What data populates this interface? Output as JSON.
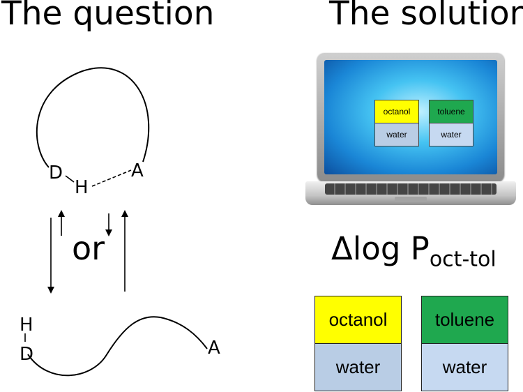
{
  "headings": {
    "left": "The question",
    "right": "The solution"
  },
  "molecule": {
    "cyclic": {
      "donor": "D",
      "hydrogen": "H",
      "acceptor": "A"
    },
    "open": {
      "donor": "D",
      "hydrogen": "H",
      "acceptor": "A"
    },
    "connector": "or"
  },
  "laptop_panels": [
    {
      "top_label": "octanol",
      "top_color": "#ffff00",
      "bottom_label": "water",
      "bottom_color": "#b9cde5"
    },
    {
      "top_label": "toluene",
      "top_color": "#1fa84f",
      "bottom_label": "water",
      "bottom_color": "#c6d9f1"
    }
  ],
  "formula": {
    "main": "Δlog P",
    "subscript": "oct-tol"
  },
  "panels": [
    {
      "top_label": "octanol",
      "top_color": "#ffff00",
      "bottom_label": "water",
      "bottom_color": "#b9cde5"
    },
    {
      "top_label": "toluene",
      "top_color": "#1fa84f",
      "bottom_label": "water",
      "bottom_color": "#c6d9f1"
    }
  ]
}
